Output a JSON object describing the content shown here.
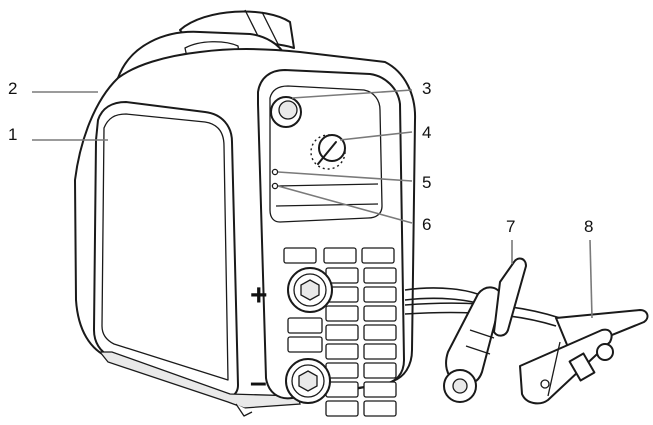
{
  "callouts": [
    {
      "id": "1",
      "label": "1"
    },
    {
      "id": "2",
      "label": "2"
    },
    {
      "id": "3",
      "label": "3"
    },
    {
      "id": "4",
      "label": "4"
    },
    {
      "id": "5",
      "label": "5"
    },
    {
      "id": "6",
      "label": "6"
    },
    {
      "id": "7",
      "label": "7"
    },
    {
      "id": "8",
      "label": "8"
    }
  ],
  "terminals": {
    "positive_sign": "+",
    "negative_sign": "–"
  }
}
